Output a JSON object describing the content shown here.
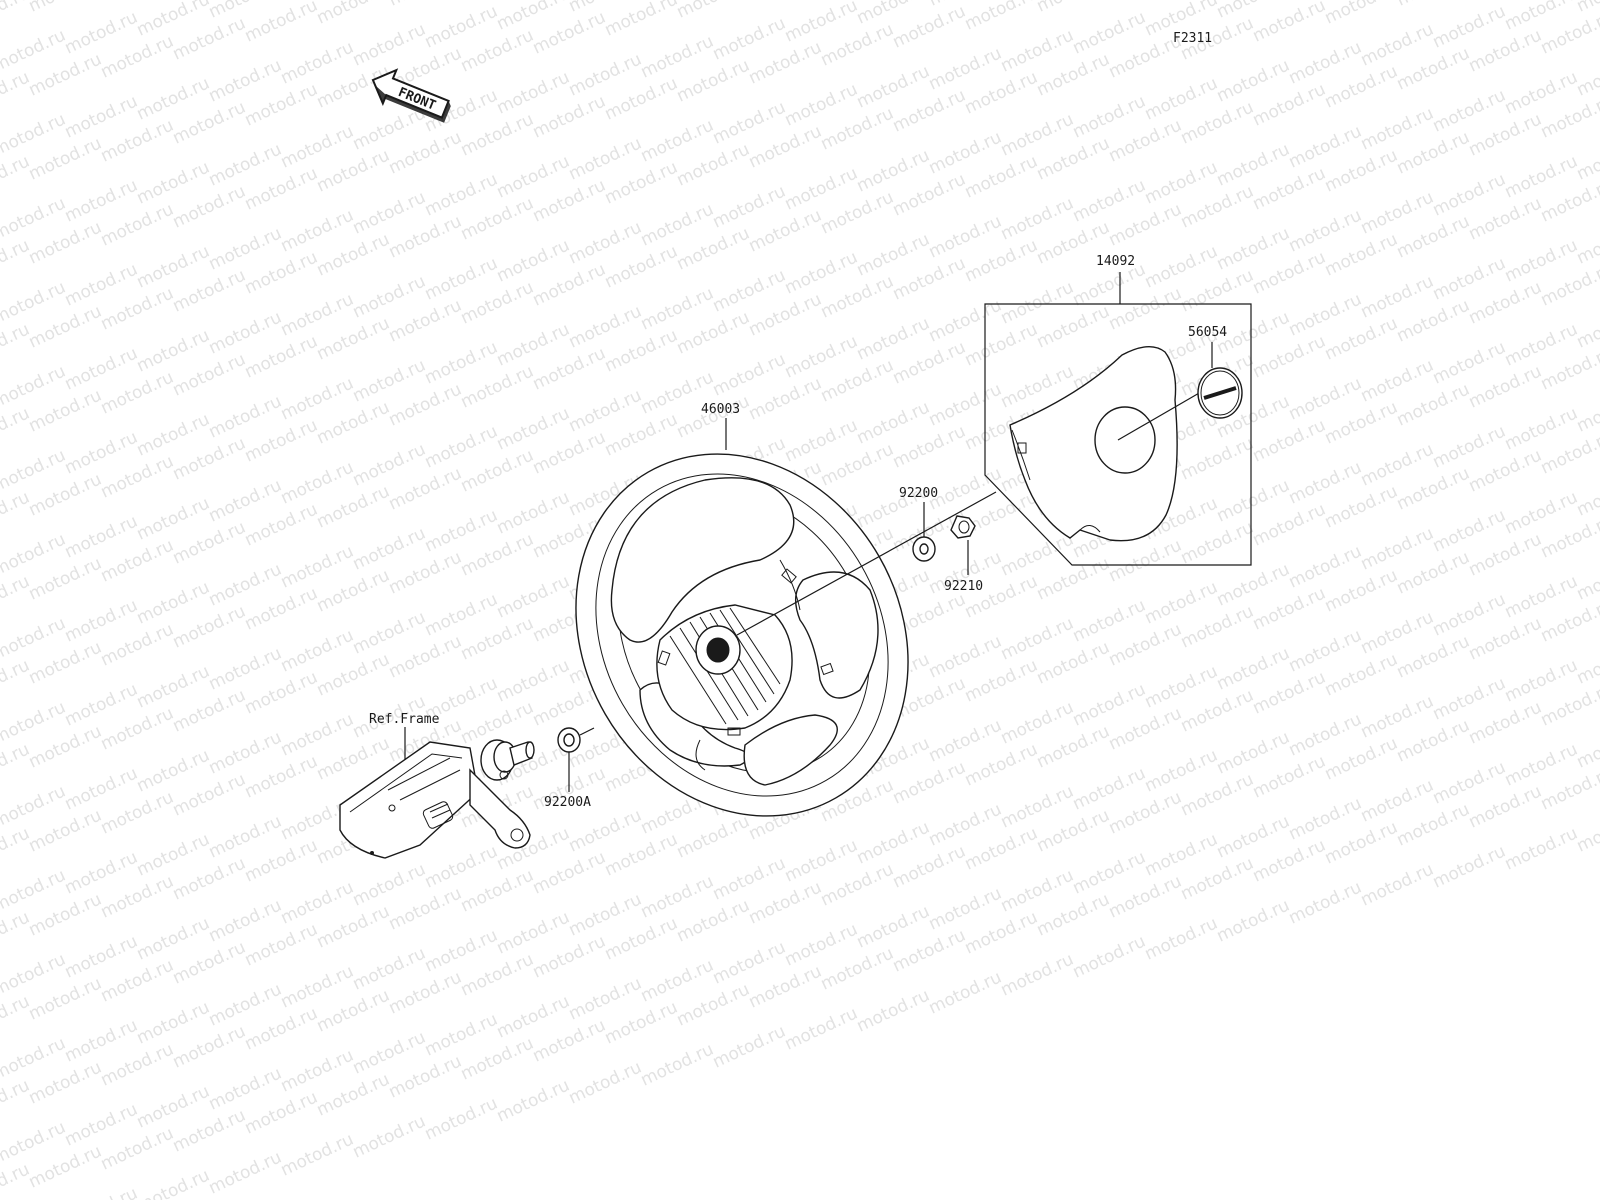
{
  "diagram": {
    "ref_code": "F2311",
    "front_label": "FRONT",
    "watermark_text": "motod.ru",
    "colors": {
      "ink": "#1a1a1a",
      "watermark": "#e2e2e2",
      "background": "#ffffff"
    },
    "callouts": {
      "steering_wheel": "46003",
      "washer_92200": "92200",
      "nut_92210": "92210",
      "cover_14092": "14092",
      "emblem_56054": "56054",
      "washer_92200A": "92200A",
      "ref_frame": "Ref.Frame"
    }
  }
}
